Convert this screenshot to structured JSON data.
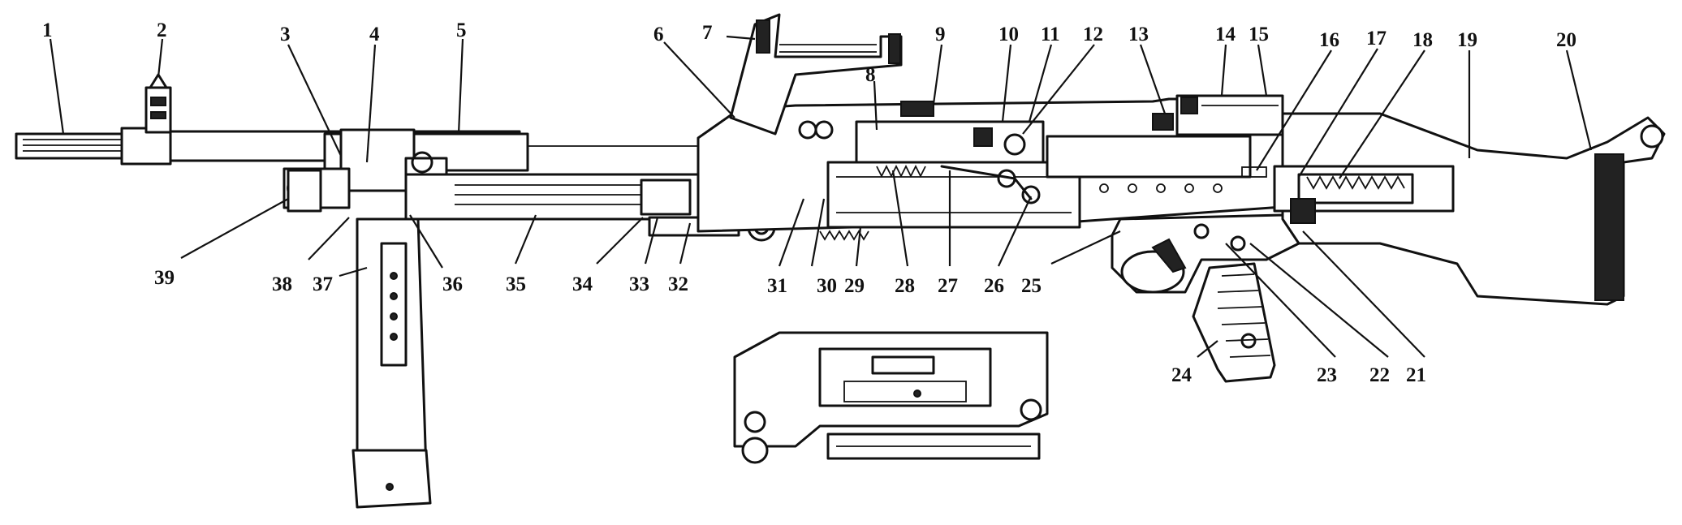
{
  "diagram": {
    "callouts": [
      "1",
      "2",
      "3",
      "4",
      "5",
      "6",
      "7",
      "8",
      "9",
      "10",
      "11",
      "12",
      "13",
      "14",
      "15",
      "16",
      "17",
      "18",
      "19",
      "20",
      "21",
      "22",
      "23",
      "24",
      "25",
      "26",
      "27",
      "28",
      "29",
      "30",
      "31",
      "32",
      "33",
      "34",
      "35",
      "36",
      "37",
      "38",
      "39"
    ]
  },
  "colors": {
    "ink": "#111111",
    "paper": "#ffffff"
  }
}
